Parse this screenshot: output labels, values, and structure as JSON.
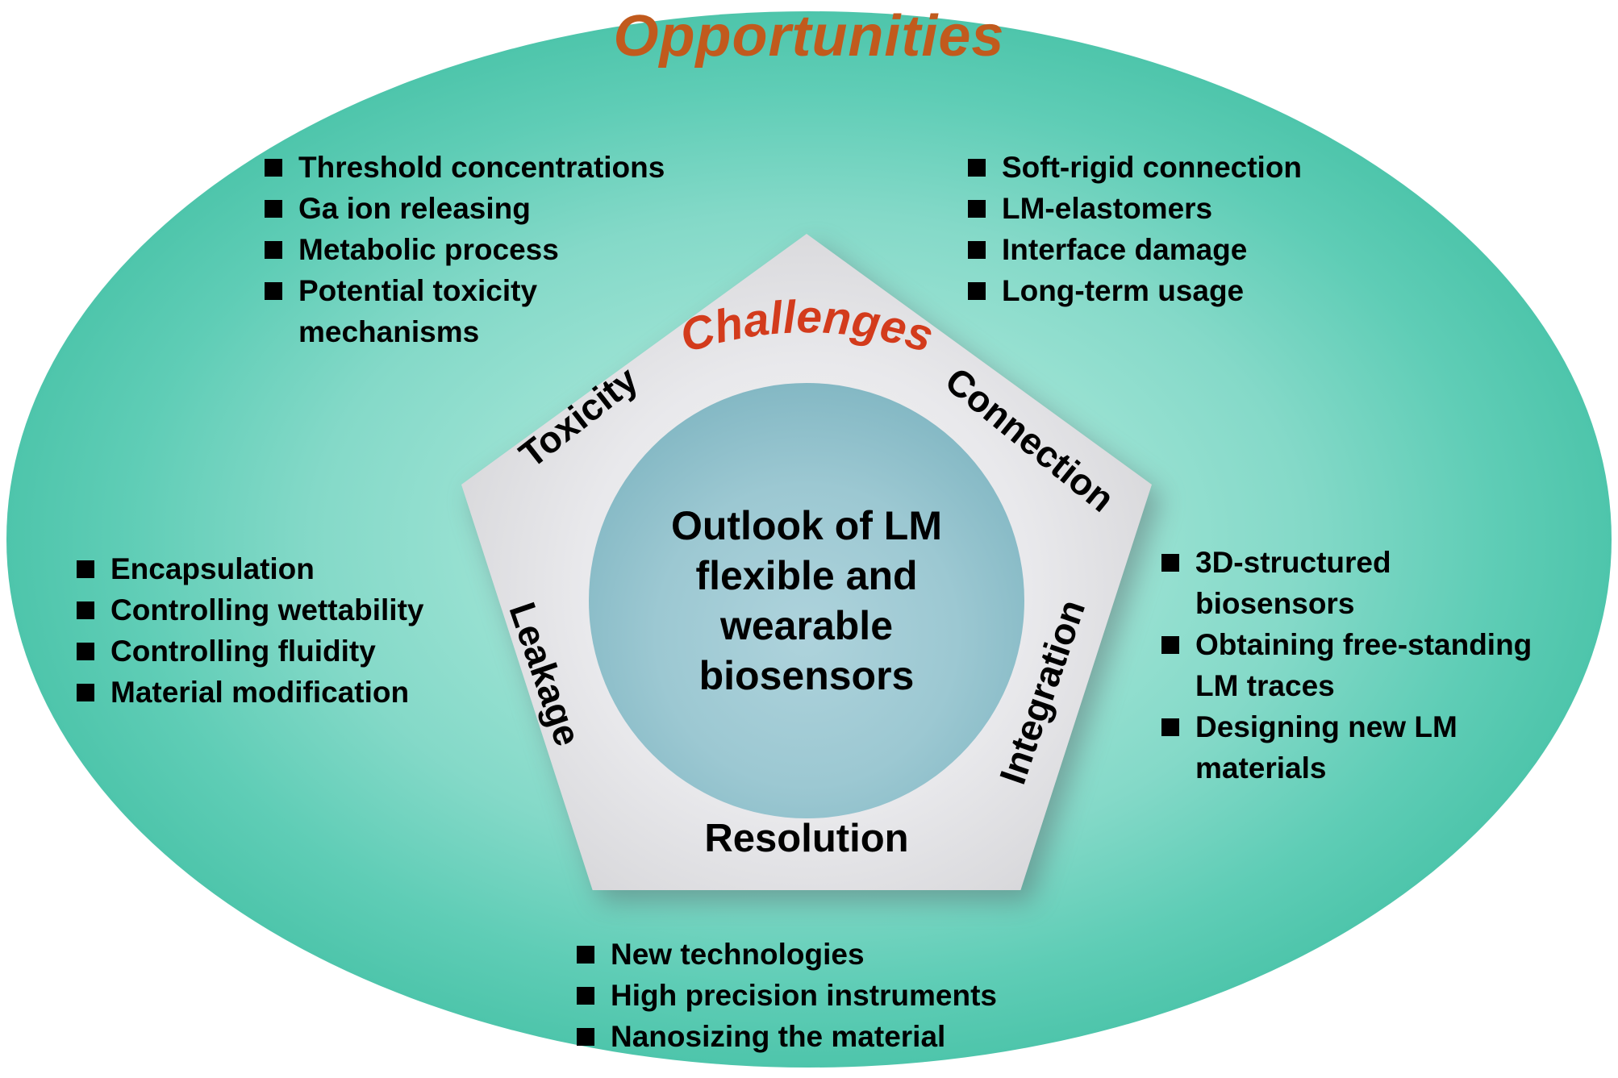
{
  "title": "Opportunities",
  "challenges_label": "Challenges",
  "pentagon": {
    "toxicity": "Toxicity",
    "connection": "Connection",
    "integration": "Integration",
    "resolution": "Resolution",
    "leakage": "Leakage"
  },
  "center_text": "Outlook of LM\nflexible and\nwearable\nbiosensors",
  "lists": {
    "toxicity": {
      "items": [
        "Threshold concentrations",
        "Ga ion releasing",
        "Metabolic process",
        "Potential toxicity\nmechanisms"
      ]
    },
    "connection": {
      "items": [
        "Soft-rigid connection",
        "LM-elastomers",
        "Interface damage",
        "Long-term usage"
      ]
    },
    "leakage": {
      "items": [
        "Encapsulation",
        "Controlling wettability",
        "Controlling fluidity",
        "Material modification"
      ]
    },
    "integration": {
      "items": [
        "3D-structured\nbiosensors",
        "Obtaining free-standing\nLM traces",
        "Designing new LM\nmaterials"
      ]
    },
    "resolution": {
      "items": [
        "New technologies",
        "High precision instruments",
        "Nanosizing the material"
      ]
    }
  },
  "colors": {
    "opportunities_text": "#c15a1d",
    "challenges_text": "#d33b1c",
    "ellipse_edge": "#4ec5ab",
    "ellipse_center": "#ade8da",
    "pentagon_fill": "#e9e9ec",
    "circle_fill": "#9cc8d2",
    "body_text": "#000000"
  }
}
